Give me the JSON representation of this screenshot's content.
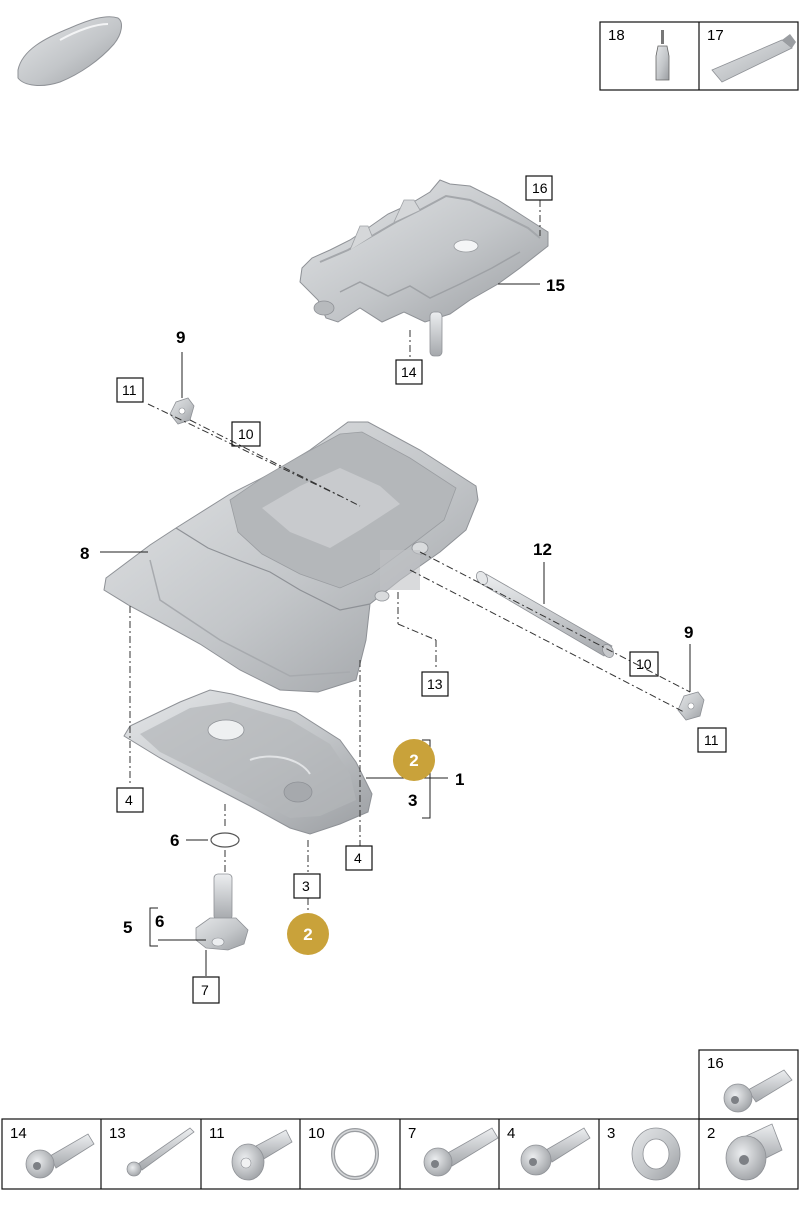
{
  "colors": {
    "metal": "#c9cbce",
    "metal_dark": "#8e9196",
    "badge": "#c9a23a",
    "line": "#222222"
  },
  "callouts": {
    "c1": "1",
    "c3": "3",
    "c5": "5",
    "c5b": "6",
    "c6": "6",
    "c8": "8",
    "c9a": "9",
    "c9b": "9",
    "c12": "12",
    "c15": "15"
  },
  "boxed_labels": {
    "b16": "16",
    "b14": "14",
    "b11a": "11",
    "b10a": "10",
    "b10b": "10",
    "b11b": "11",
    "b13": "13",
    "b4a": "4",
    "b4b": "4",
    "b3": "3",
    "b7": "7"
  },
  "badges": {
    "badge_a": "2",
    "badge_b": "2"
  },
  "top_right_parts": [
    {
      "num": "18",
      "icon": "oil-bottle-icon"
    },
    {
      "num": "17",
      "icon": "sealant-tube-icon"
    }
  ],
  "bottom_single": {
    "num": "16",
    "icon": "bolt-icon"
  },
  "bottom_parts": [
    {
      "num": "14",
      "icon": "bolt-icon"
    },
    {
      "num": "13",
      "icon": "long-bolt-icon"
    },
    {
      "num": "11",
      "icon": "flange-bolt-icon"
    },
    {
      "num": "10",
      "icon": "o-ring-icon"
    },
    {
      "num": "7",
      "icon": "bolt-icon"
    },
    {
      "num": "4",
      "icon": "bolt-icon"
    },
    {
      "num": "3",
      "icon": "washer-icon"
    },
    {
      "num": "2",
      "icon": "drain-plug-icon"
    }
  ]
}
